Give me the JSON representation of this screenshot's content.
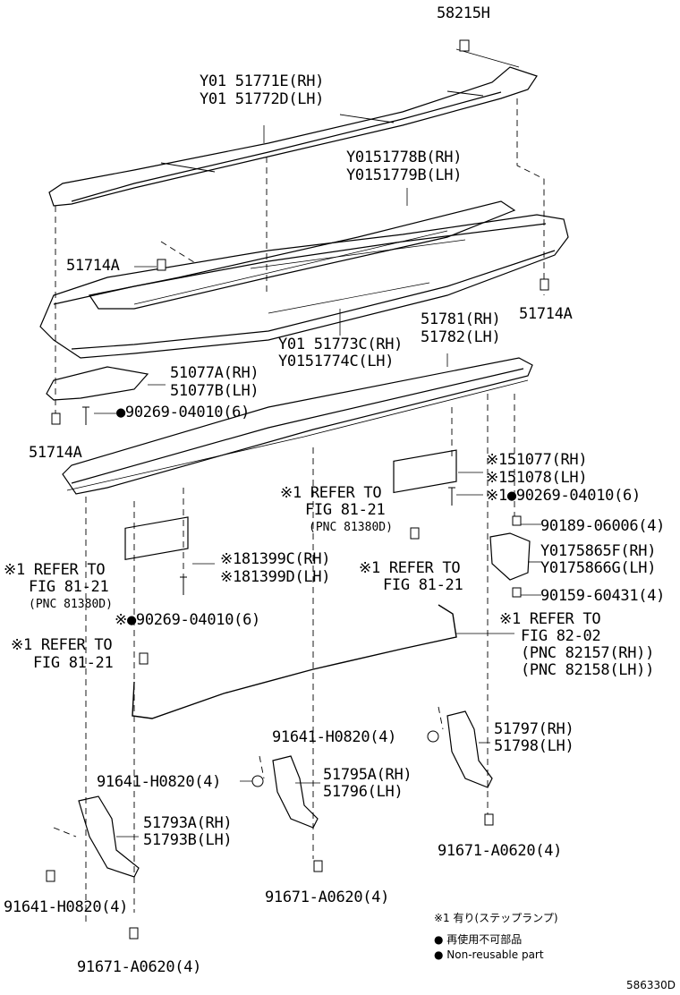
{
  "labels": {
    "p58215h": "58215H",
    "p51771e": "Y01 51771E(RH)",
    "p51772d": "Y01 51772D(LH)",
    "p51778b": "Y0151778B(RH)",
    "p51779b": "Y0151779B(LH)",
    "p51714a_top": "51714A",
    "p51714a_right": "51714A",
    "p51781": "51781(RH)",
    "p51782": "51782(LH)",
    "p51773c": "Y01 51773C(RH)",
    "p51774c": "Y0151774C(LH)",
    "p51077a": "51077A(RH)",
    "p51077b": "51077B(LH)",
    "p90269_a": "●90269-04010(6)",
    "p51714a_left": "51714A",
    "p51077_r": "※151077(RH)",
    "p51078_r": "※151078(LH)",
    "ref_a1": "※1 REFER TO",
    "ref_a2": "FIG 81-21",
    "ref_a3": "(PNC 81380D)",
    "p90269_b": "※1●90269-04010(6)",
    "p90189": "90189-06006(4)",
    "p75865f": "Y0175865F(RH)",
    "p75866g": "Y0175866G(LH)",
    "p81399c": "※181399C(RH)",
    "p81399d": "※181399D(LH)",
    "ref_b1": "※1 REFER TO",
    "ref_b2": "FIG 81-21",
    "ref_b3": "(PNC 81380D)",
    "ref_c1": "※1 REFER TO",
    "ref_c2": "FIG 81-21",
    "p90159": "90159-60431(4)",
    "p90269_c": "※●90269-04010(6)",
    "ref_d1": "※1 REFER TO",
    "ref_d2": "FIG 82-02",
    "ref_d3": "(PNC 82157(RH))",
    "ref_d4": "(PNC 82158(LH))",
    "ref_e1": "※1 REFER TO",
    "ref_e2": "FIG 81-21",
    "p91641_a": "91641-H0820(4)",
    "p51797": "51797(RH)",
    "p51798": "51798(LH)",
    "p91641_b": "91641-H0820(4)",
    "p51795a": "51795A(RH)",
    "p51796": "51796(LH)",
    "p51793a": "51793A(RH)",
    "p51793b": "51793B(LH)",
    "p91671_a": "91671-A0620(4)",
    "p91641_c": "91641-H0820(4)",
    "p91671_b": "91671-A0620(4)",
    "p91671_c": "91671-A0620(4)"
  },
  "legend": {
    "note1": "※1 有り(ステップランプ)",
    "note2": "● 再使用不可部品",
    "note3": "● Non-reusable part"
  },
  "figure_code": "586330D"
}
